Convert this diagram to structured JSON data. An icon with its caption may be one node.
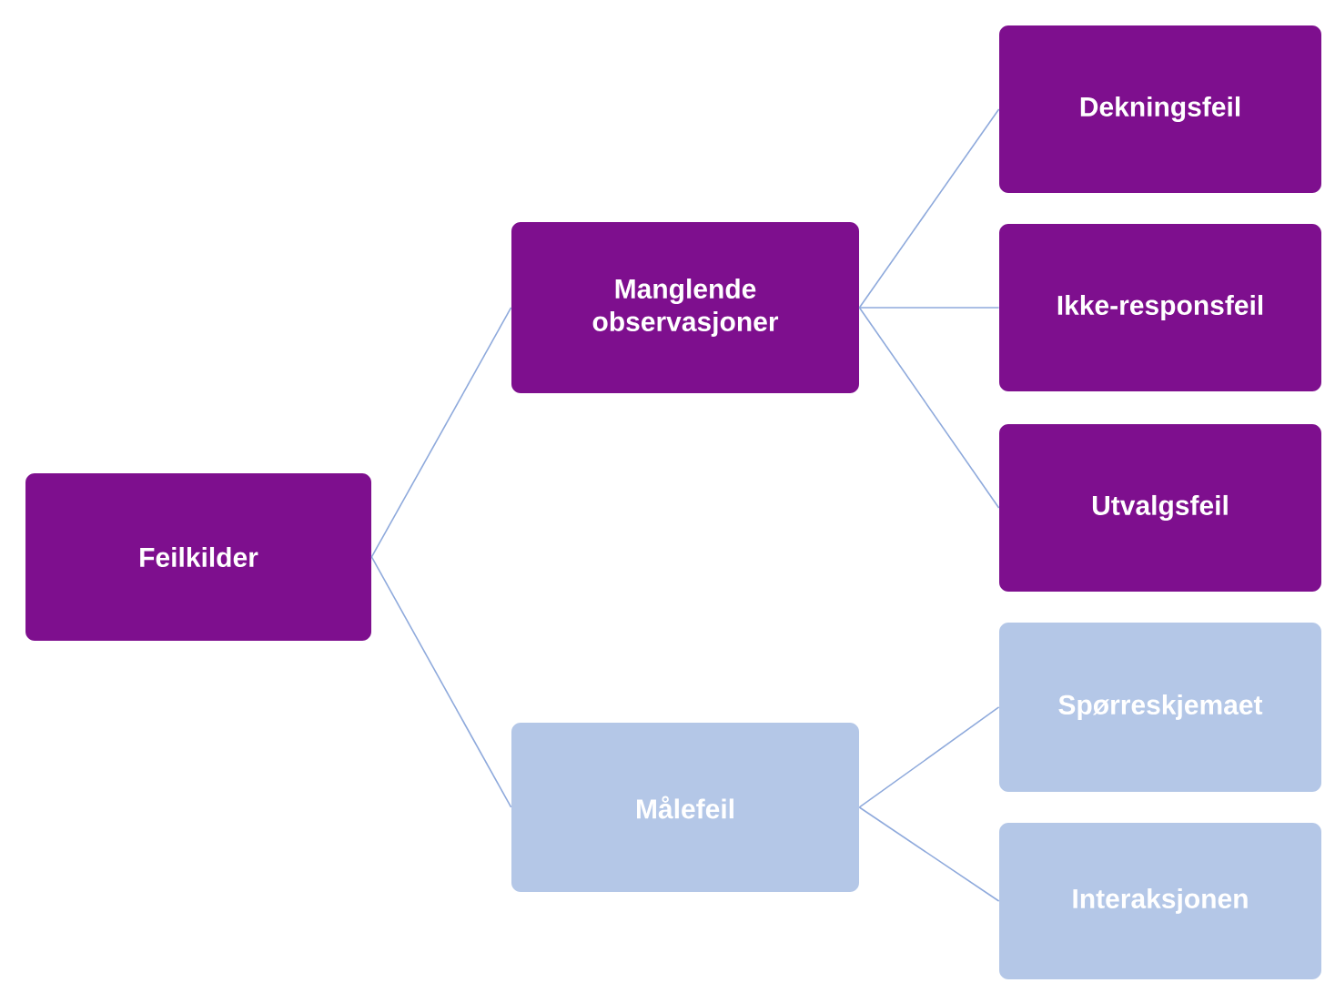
{
  "diagram": {
    "nodes": [
      {
        "text": [
          "Feilkilder"
        ]
      },
      {
        "text": [
          "Manglende observasjoner"
        ]
      },
      {
        "text": [
          "Målefeil"
        ]
      },
      {
        "text": [
          "Dekningsfeil"
        ]
      },
      {
        "text": [
          "Ikke-responsfeil"
        ]
      },
      {
        "text": [
          "Utvalgsfeil"
        ]
      },
      {
        "text": [
          "Spørreskjemaet"
        ]
      },
      {
        "text": [
          "Interaksjonen"
        ]
      }
    ],
    "edges": [
      {
        "from": 0,
        "to": 1,
        "arrow": "none"
      },
      {
        "from": 0,
        "to": 2,
        "arrow": "none"
      },
      {
        "from": 1,
        "to": 3,
        "arrow": "none"
      },
      {
        "from": 1,
        "to": 4,
        "arrow": "none"
      },
      {
        "from": 1,
        "to": 5,
        "arrow": "none"
      },
      {
        "from": 2,
        "to": 6,
        "arrow": "none"
      },
      {
        "from": 2,
        "to": 7,
        "arrow": "none"
      }
    ]
  }
}
